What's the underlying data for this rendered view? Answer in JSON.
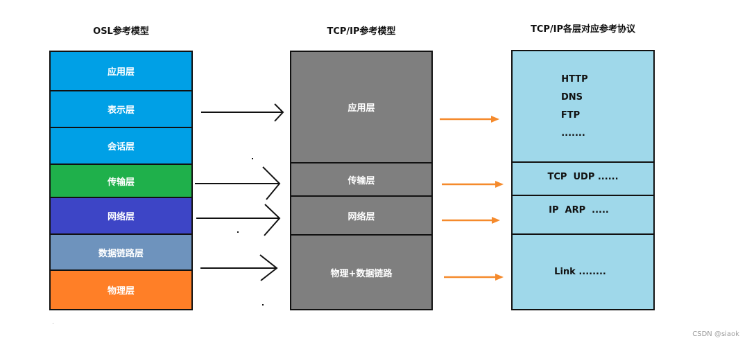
{
  "titles": {
    "osl": "OSL参考模型",
    "tcpip": "TCP/IP参考模型",
    "protocols": "TCP/IP各层对应参考协议"
  },
  "osl_layers": [
    {
      "label": "应用层",
      "color": "#00a0e6"
    },
    {
      "label": "表示层",
      "color": "#00a0e6"
    },
    {
      "label": "会话层",
      "color": "#00a0e6"
    },
    {
      "label": "传输层",
      "color": "#1fb04b"
    },
    {
      "label": "网络层",
      "color": "#3d45c6"
    },
    {
      "label": "数据链路层",
      "color": "#6e93bd"
    },
    {
      "label": "物理层",
      "color": "#ff7f27"
    }
  ],
  "tcpip_layers": [
    {
      "label": "应用层"
    },
    {
      "label": "传输层"
    },
    {
      "label": "网络层"
    },
    {
      "label": "物理+数据链路"
    }
  ],
  "protocol_layers": [
    {
      "lines": [
        "HTTP",
        "DNS",
        "FTP",
        "......."
      ]
    },
    {
      "lines": [
        "TCP  UDP ......"
      ]
    },
    {
      "lines": [
        "IP  ARP  ....."
      ]
    },
    {
      "lines": [
        "Link ........"
      ]
    }
  ],
  "colors": {
    "tcpip_fill": "#7f7f7f",
    "protocol_fill": "#9fd8ea",
    "mapping_arrow": "#111111",
    "protocol_arrow": "#f58a2c"
  },
  "watermark": "CSDN @siaok"
}
